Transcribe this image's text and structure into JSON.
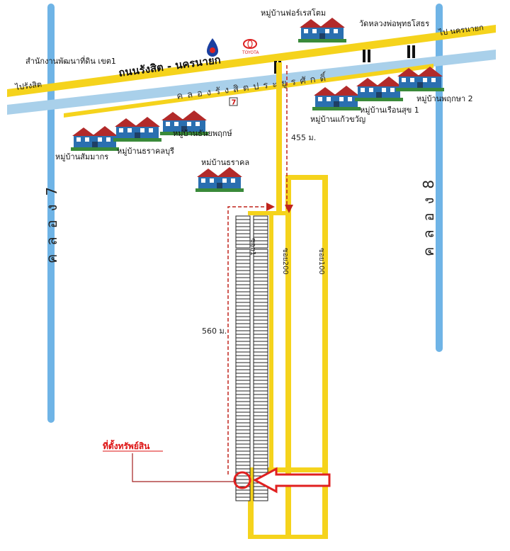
{
  "roads": {
    "main_road": "ถนนรังสิต - นครนายก",
    "to_rangsit": "ไปรังสิต",
    "to_nakhon_nayok": "ไป นครนายก",
    "canal_rangsit": "คลองรังสิตประยูรศักดิ์",
    "khlong_7": "คลอง7",
    "khlong_8": "คลอง8",
    "soi_200": "ซอย200",
    "soi_100": "ซอย100",
    "soi_small": "ซอย1"
  },
  "places": {
    "land_office": "สำนักงานพัฒนาที่ดิน เขต1",
    "foresto": "หมู่บ้านฟอร์เรสโตม",
    "wat": "วัดหลวงพ่อพุทธโสธร",
    "kaewkwan": "หมู่บ้านแก้วขวัญ",
    "ruenrusuk": "หมู่บ้านเรือนสุข 1",
    "pruksa2": "หมู่บ้านพฤกษา 2",
    "sammakorn": "หมู่บ้านสัมมากร",
    "thanakarnburi": "หมู่บ้านธราคลบุรี",
    "thanpruk": "หมู่บ้านธันยพฤกษ์",
    "thanarak": "หม่บ้านธราคล"
  },
  "distances": {
    "d455": "455 ม.",
    "d560": "560 ม."
  },
  "property": {
    "label": "ที่ตั้งทรัพย์สิน"
  },
  "colors": {
    "road": "#f5d31c",
    "canal": "#a9d0ea",
    "vertical_canal": "#6fb4e6",
    "marker": "#e02020",
    "distance_line": "#c0241c"
  },
  "icons": [
    "house-icon",
    "gas-station-icon",
    "toyota-logo-icon",
    "seven-eleven-icon",
    "arrow-left-icon",
    "location-circle-icon"
  ]
}
